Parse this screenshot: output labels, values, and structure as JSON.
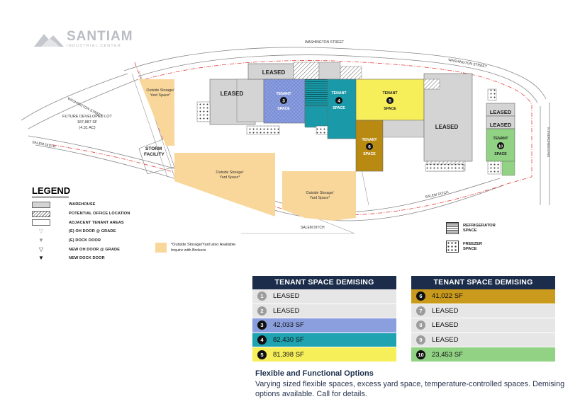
{
  "logo": {
    "name": "SANTIAM",
    "sub": "INDUSTRIAL CENTER"
  },
  "map": {
    "streets": {
      "washington_top": "WASHINGTON STREET",
      "washington_left": "WASHINGTON STREET",
      "salem_ditch_left": "SALEM DITCH",
      "salem_ditch_bottom": "SALEM DITCH",
      "salem_ditch_right": "SALEM DITCH",
      "evergreen": "N EVERGREEN AVE"
    },
    "lot": {
      "title": "FUTURE DEVELOPED LOT",
      "area_sf": "187,887 SF",
      "area_ac": "(4.31 AC)"
    },
    "storm": {
      "line1": "STORM",
      "line2": "FACILITY"
    },
    "yards": {
      "top": [
        "Outside Storage/",
        "Yard Space*"
      ],
      "mid_left": [
        "Outside Storage/",
        "Yard Space*"
      ],
      "mid_right": [
        "Outside Storage/",
        "Yard Space*"
      ]
    },
    "leased": [
      "LEASED",
      "LEASED",
      "LEASED",
      "LEASED",
      "LEASED"
    ],
    "tenants": [
      {
        "n": "3",
        "l1": "TENANT",
        "l2": "SPACE",
        "color": "#8b9ede"
      },
      {
        "n": "4",
        "l1": "TENANT",
        "l2": "SPACE",
        "color": "#1a9aa8"
      },
      {
        "n": "5",
        "l1": "TENANT",
        "l2": "SPACE",
        "color": "#f7ef5a"
      },
      {
        "n": "6",
        "l1": "TENANT",
        "l2": "SPACE",
        "color": "#b98a12"
      },
      {
        "n": "10",
        "l1": "TENANT",
        "l2": "SPACE",
        "color": "#91d284"
      }
    ]
  },
  "legend": {
    "title": "LEGEND",
    "items": [
      {
        "label": "WAREHOUSE",
        "kind": "swatch-gray"
      },
      {
        "label": "POTENTIAL OFFICE LOCATION",
        "kind": "swatch-hatch"
      },
      {
        "label": "ADJACENT TENANT AREAS",
        "kind": "swatch-outline"
      },
      {
        "label": "(E) OH DOOR @ GRADE",
        "kind": "tri-light"
      },
      {
        "label": "(E) DOCK DOOR",
        "kind": "tri-gray"
      },
      {
        "label": "NEW OH DOOR @ GRADE",
        "kind": "tri-outline"
      },
      {
        "label": "NEW DOCK DOOR",
        "kind": "tri-dark"
      }
    ],
    "yard_note": [
      "*Outside Storage/Yard also Available",
      "Inquire with Brokers"
    ],
    "refrigerator": "REFRIGERATOR SPACE",
    "freezer": "FREEZER SPACE"
  },
  "tables": {
    "left": {
      "title": "TENANT SPACE DEMISING",
      "rows": [
        {
          "n": "1",
          "text": "LEASED",
          "bg": "#e6e6e6",
          "badge": "gray"
        },
        {
          "n": "2",
          "text": "LEASED",
          "bg": "#e6e6e6",
          "badge": "gray"
        },
        {
          "n": "3",
          "text": "42,033 SF",
          "bg": "#8b9ede",
          "badge": "dark"
        },
        {
          "n": "4",
          "text": "82,430 SF",
          "bg": "#1fa3b0",
          "badge": "dark"
        },
        {
          "n": "5",
          "text": "81,398 SF",
          "bg": "#f7ef5a",
          "badge": "dark"
        }
      ]
    },
    "right": {
      "title": "TENANT SPACE DEMISING",
      "rows": [
        {
          "n": "6",
          "text": "41,022 SF",
          "bg": "#c99a1c",
          "badge": "dark"
        },
        {
          "n": "7",
          "text": "LEASED",
          "bg": "#e6e6e6",
          "badge": "gray"
        },
        {
          "n": "8",
          "text": "LEASED",
          "bg": "#e6e6e6",
          "badge": "gray"
        },
        {
          "n": "9",
          "text": "LEASED",
          "bg": "#e6e6e6",
          "badge": "gray"
        },
        {
          "n": "10",
          "text": "23,453 SF",
          "bg": "#91d284",
          "badge": "dark"
        }
      ]
    }
  },
  "options": {
    "title": "Flexible and Functional Options",
    "body": "Varying sized flexible spaces, excess yard space, temperature-controlled spaces. Demising options available. Call for details."
  }
}
